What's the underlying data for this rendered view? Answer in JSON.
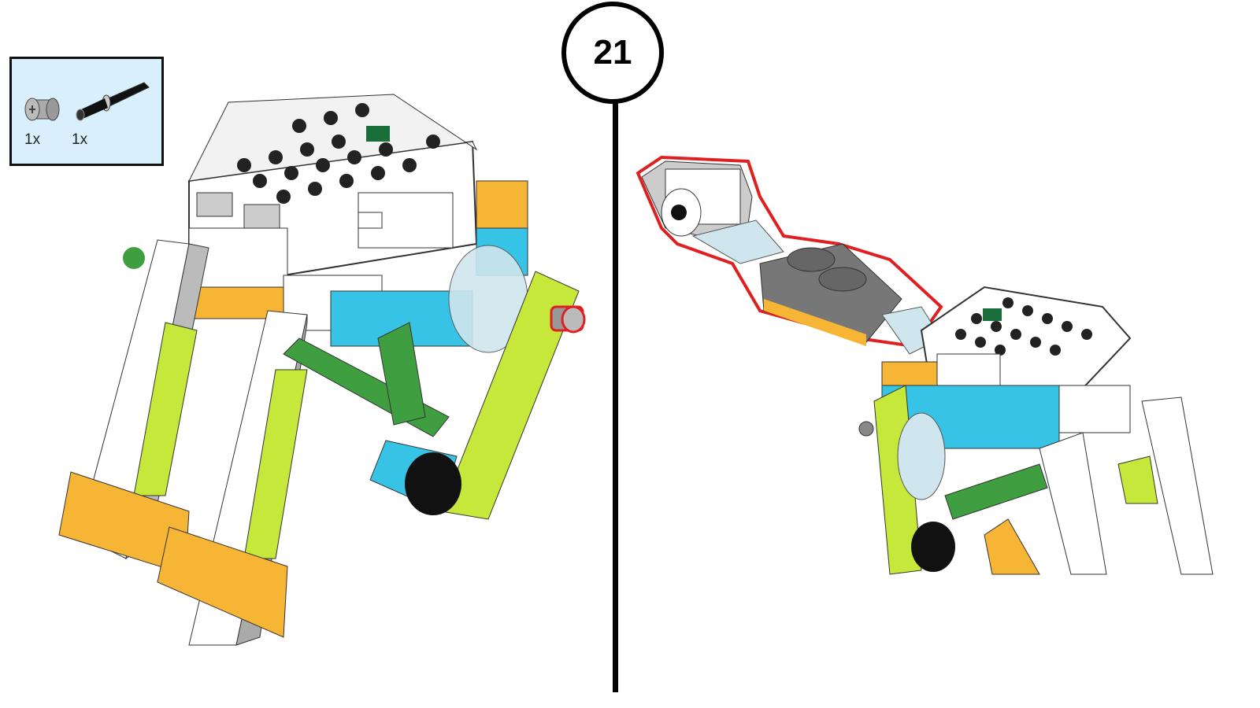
{
  "step": {
    "number": "21"
  },
  "parts_list": {
    "items": [
      {
        "icon": "bush-icon",
        "quantity": "1x"
      },
      {
        "icon": "axle-pin-icon",
        "quantity": "1x"
      }
    ]
  },
  "colors": {
    "parts_bg": "#d9effc",
    "lime": "#c5e83a",
    "orange": "#f7b536",
    "azure": "#36c3e6",
    "green": "#3f9e3f",
    "highlight": "#e02020"
  }
}
